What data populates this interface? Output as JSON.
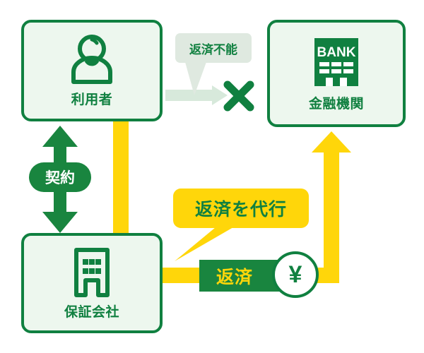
{
  "diagram": {
    "title": "guarantee-company-repayment-flow",
    "colors": {
      "green_dark": "#108040",
      "green_fill": "#19853f",
      "green_box_bg": "#edf7ee",
      "yellow": "#ffd60a",
      "gray_green": "#dfe9e0",
      "arrow_pale_green": "#d7e9db",
      "white": "#ffffff"
    },
    "nodes": [
      {
        "id": "user",
        "label": "利用者",
        "icon": "person-icon"
      },
      {
        "id": "bank",
        "label": "金融機関",
        "icon": "bank-building-icon",
        "icon_text": "BANK"
      },
      {
        "id": "guarantor",
        "label": "保証会社",
        "icon": "office-building-icon"
      }
    ],
    "labels": {
      "repayment_impossible": "返済不能",
      "contract": "契約",
      "repayment_on_behalf": "返済を代行",
      "repayment": "返済",
      "yen_symbol": "¥",
      "cross_mark": "×"
    },
    "connectors": [
      {
        "id": "user-to-bank-blocked",
        "from": "user",
        "to": "bank",
        "style": "pale-green-arrow",
        "annotation": "返済不能",
        "blocked": true
      },
      {
        "id": "user-guarantor-contract",
        "from": "user",
        "to": "guarantor",
        "style": "green-double-arrow",
        "annotation": "契約"
      },
      {
        "id": "guarantor-to-bank-repayment",
        "from": "guarantor",
        "to": "bank",
        "style": "yellow-path-arrow",
        "annotation": "返済を代行"
      },
      {
        "id": "user-to-guarantor-yellow",
        "from": "user",
        "to": "guarantor",
        "style": "yellow-line"
      }
    ]
  }
}
